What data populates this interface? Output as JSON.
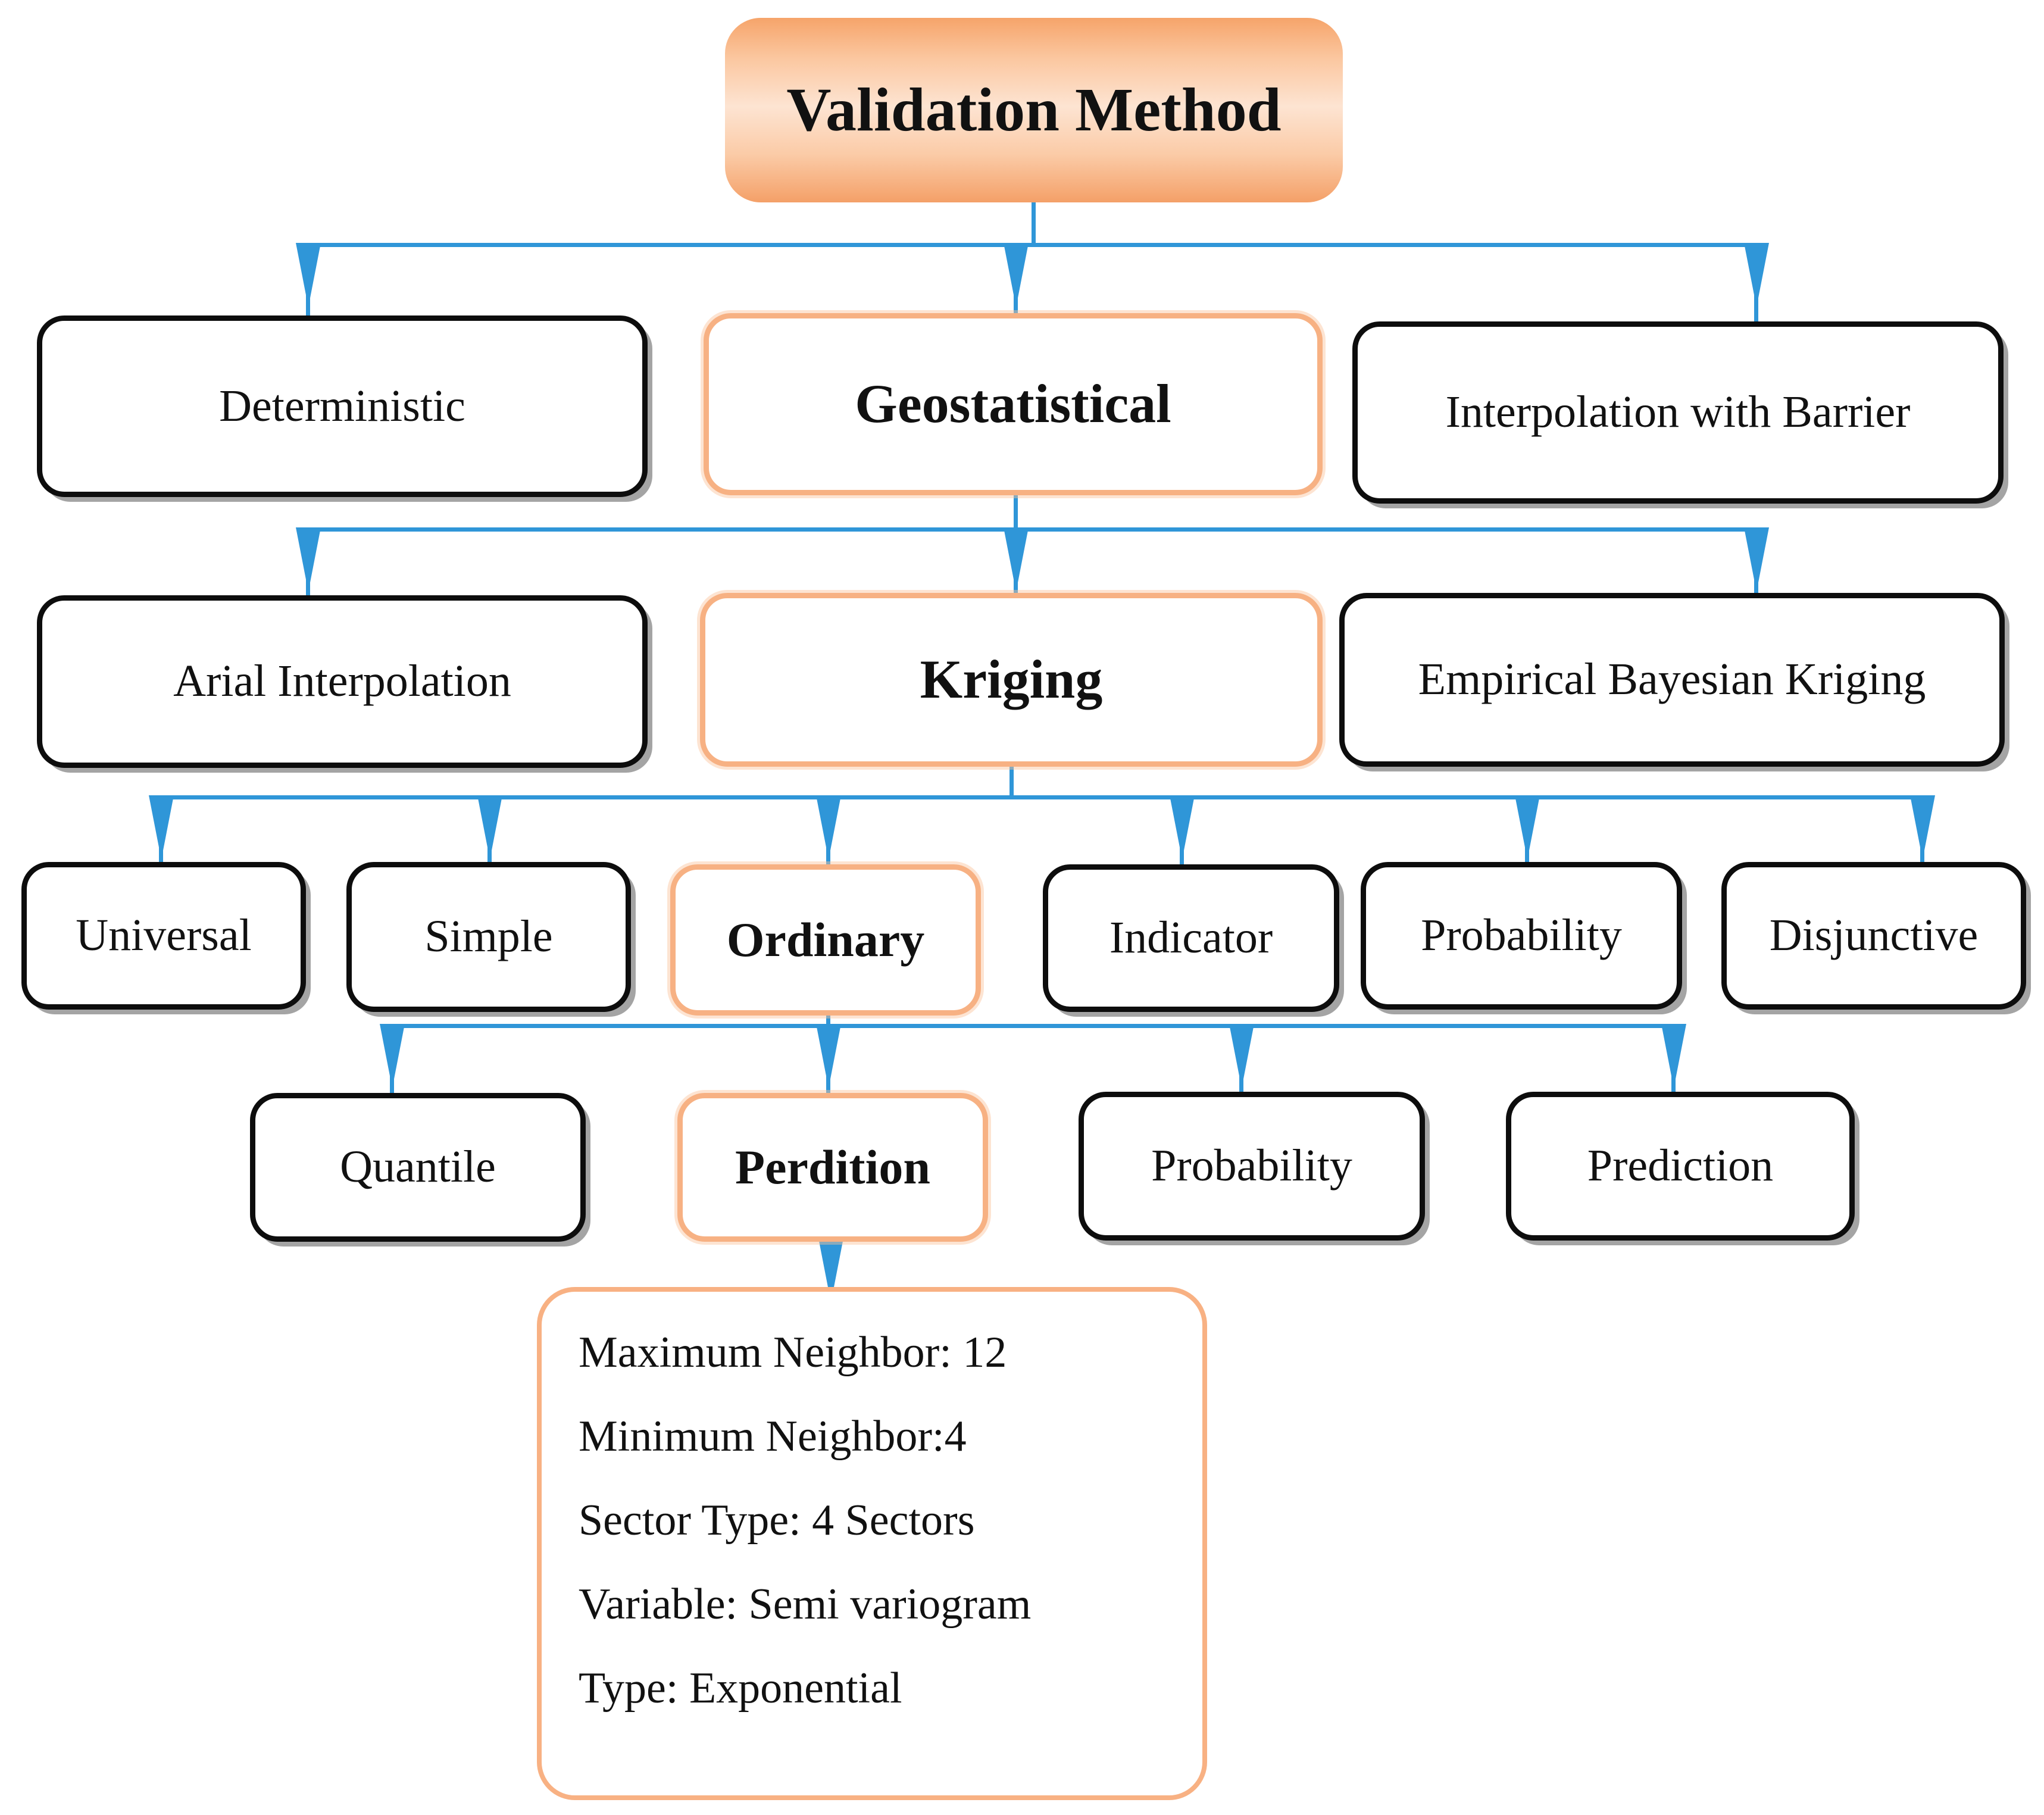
{
  "diagram": {
    "title": "Validation Method",
    "root": {
      "label": "Validation Method"
    },
    "level1": [
      {
        "label": "Deterministic",
        "style": "black"
      },
      {
        "label": "Geostatistical",
        "style": "orange-bold"
      },
      {
        "label": "Interpolation with Barrier",
        "style": "black"
      }
    ],
    "level2": [
      {
        "label": "Arial Interpolation",
        "style": "black"
      },
      {
        "label": "Kriging",
        "style": "orange-bold"
      },
      {
        "label": "Empirical Bayesian Kriging",
        "style": "black"
      }
    ],
    "level3": [
      {
        "label": "Universal",
        "style": "black"
      },
      {
        "label": "Simple",
        "style": "black"
      },
      {
        "label": "Ordinary",
        "style": "orange-bold"
      },
      {
        "label": "Indicator",
        "style": "black"
      },
      {
        "label": "Probability",
        "style": "black"
      },
      {
        "label": "Disjunctive",
        "style": "black"
      }
    ],
    "level4": [
      {
        "label": "Quantile",
        "style": "black"
      },
      {
        "label": "Perdition",
        "style": "orange-bold"
      },
      {
        "label": "Probability",
        "style": "black"
      },
      {
        "label": "Prediction",
        "style": "black"
      }
    ],
    "details": {
      "lines": [
        "Maximum Neighbor: 12",
        "Minimum Neighbor:4",
        "Sector Type: 4 Sectors",
        "Variable: Semi variogram",
        "Type: Exponential"
      ]
    },
    "colors": {
      "connector_blue": "#2f96d8",
      "accent_orange": "#f7b183",
      "box_black": "#0d0d0d",
      "root_gradient_top": "#f6a46a",
      "root_gradient_mid": "#fde4d2",
      "root_gradient_bottom": "#f4a068"
    }
  }
}
